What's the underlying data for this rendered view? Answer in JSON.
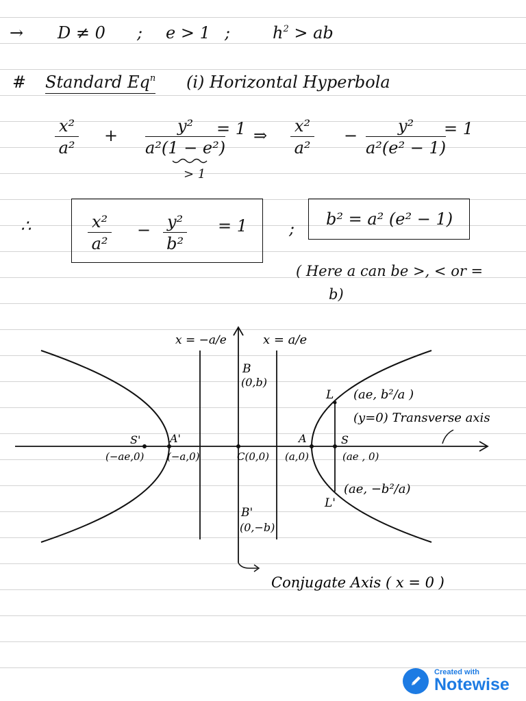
{
  "line1": {
    "arrow": "→",
    "part1": "D ≠ 0",
    "sep1": ";",
    "part2": "e > 1",
    "sep2": ";",
    "part3_base": "h",
    "part3_sup": "2",
    "part3_rest": " > ab"
  },
  "heading": {
    "hash": "#",
    "title": "Standard Eq",
    "title_sup": "n",
    "subtitle": "(i) Horizontal Hyperbola"
  },
  "derivation": {
    "f1_num": "x²",
    "f1_den": "a²",
    "plus": "+",
    "f2_num": "y²",
    "f2_den": "a²(1 − e²)",
    "eq1": "= 1",
    "implies": "⇒",
    "f3_num": "x²",
    "f3_den": "a²",
    "minus": "−",
    "f4_num": "y²",
    "f4_den": "a²(e² − 1)",
    "eq2": "= 1",
    "underbrace_note": "> 1"
  },
  "result": {
    "therefore": "∴",
    "f1_num": "x²",
    "f1_den": "a²",
    "minus": "−",
    "f2_num": "y²",
    "f2_den": "b²",
    "eq": "= 1",
    "semicolon": ";",
    "b_relation": "b² = a² (e² − 1)",
    "note_line1": "( Here  a  can  be  >, <  or =",
    "note_line2": "b)"
  },
  "graph": {
    "directrix_left": "x = −a/e",
    "directrix_right": "x = a/e",
    "B_label": "B",
    "B_coord": "(0,b)",
    "B_prime_label": "B'",
    "B_prime_coord": "(0,−b)",
    "L_label": "L",
    "L_coord": "(ae, b²/a )",
    "transverse_axis": "(y=0) Transverse axis",
    "S_prime_label": "S'",
    "S_prime_coord": "(−ae,0)",
    "A_prime_label": "A'",
    "A_prime_coord": "(−a,0)",
    "C_coord": "C(0,0)",
    "A_label": "A",
    "A_coord": "(a,0)",
    "S_label": "S",
    "S_coord": "(ae , 0)",
    "L_prime_label": "L'",
    "L_prime_coord": "(ae, −b²/a)",
    "conjugate_axis": "Conjugate Axis ( x = 0 )"
  },
  "brand": {
    "created_with": "Created with",
    "name": "Notewise",
    "color": "#1d7be3"
  }
}
